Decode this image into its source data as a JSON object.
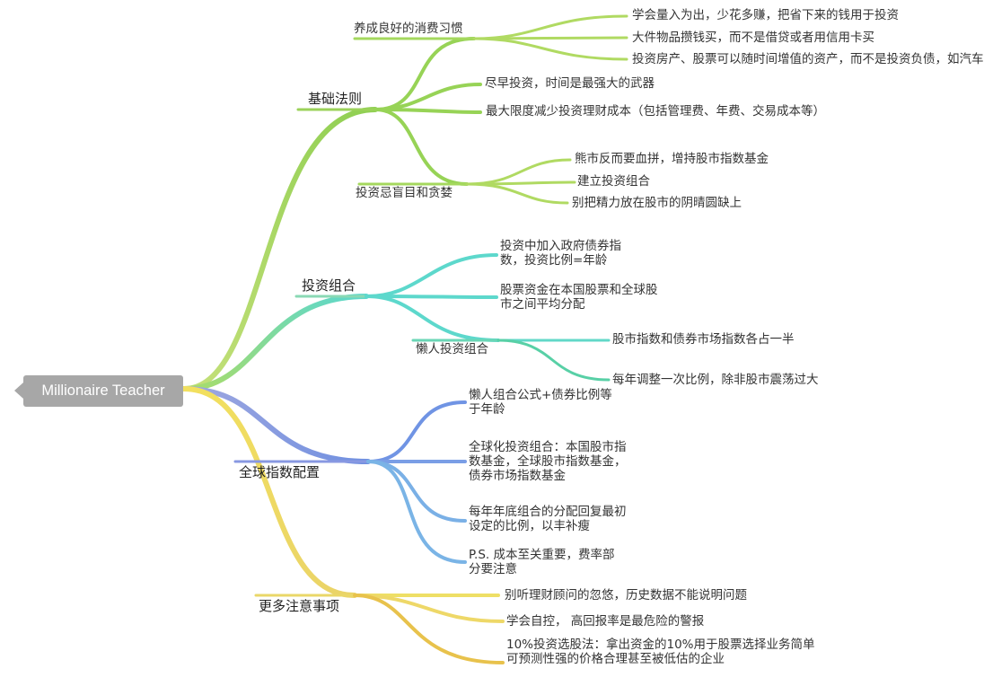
{
  "root": {
    "label": "Millionaire Teacher"
  },
  "colors": {
    "green": "#8fcf52",
    "green_light": "#b6db63",
    "teal": "#5dd8cc",
    "teal_dark": "#58d0a6",
    "blue": "#7094e4",
    "blue_light": "#7ab4e6",
    "yellow": "#eedf66",
    "orange": "#e8c24c"
  },
  "branches": {
    "basic": {
      "label": "基础法则",
      "habits": {
        "label": "养成良好的消费习惯",
        "items": [
          "学会量入为出，少花多赚，把省下来的钱用于投资",
          "大件物品攒钱买，而不是借贷或者用信用卡买",
          "投资房产、股票可以随时间增值的资产，而不是投资负债，如汽车"
        ]
      },
      "invest_early": "尽早投资，时间是最强大的武器",
      "reduce_cost": "最大限度减少投资理财成本（包括管理费、年费、交易成本等）",
      "greed": {
        "label": "投资忌盲目和贪婪",
        "items": [
          "熊市反而要血拼，增持股市指数基金",
          "建立投资组合",
          "别把精力放在股市的阴晴圆缺上"
        ]
      }
    },
    "portfolio": {
      "label": "投资组合",
      "items": [
        "投资中加入政府债券指数，投资比例=年龄",
        "股票资金在本国股票和全球股市之间平均分配"
      ],
      "lazy": {
        "label": "懒人投资组合",
        "items": [
          "股市指数和债券市场指数各占一半",
          "每年调整一次比例，除非股市震荡过大"
        ]
      }
    },
    "global": {
      "label": "全球指数配置",
      "items": [
        "懒人组合公式+债券比例等于年龄",
        "全球化投资组合：本国股市指数基金，全球股市指数基金，债券市场指数基金",
        "每年年底组合的分配回复最初设定的比例，以丰补瘦",
        "P.S. 成本至关重要，费率部分要注意"
      ]
    },
    "more": {
      "label": "更多注意事项",
      "items": [
        "别听理财顾问的忽悠，历史数据不能说明问题",
        "学会自控， 高回报率是最危险的警报",
        "10%投资选股法：拿出资金的10%用于股票选择业务简单可预测性强的价格合理甚至被低估的企业"
      ]
    }
  }
}
